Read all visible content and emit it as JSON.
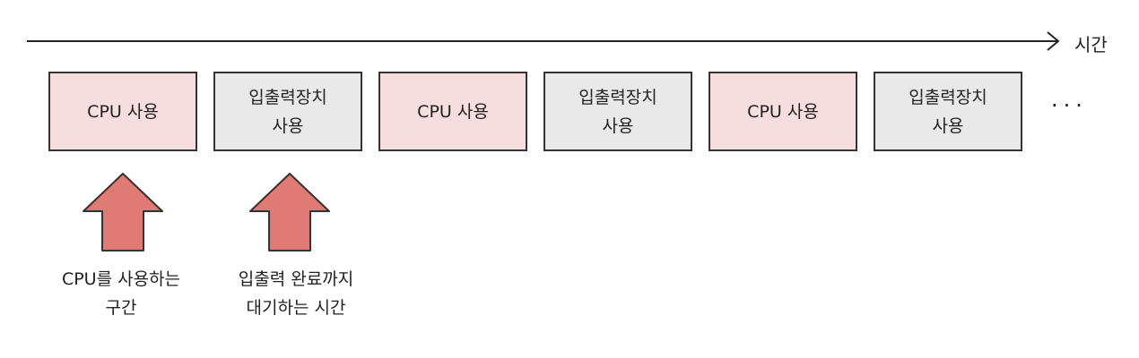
{
  "axis": {
    "label": "시간"
  },
  "blocks": [
    {
      "kind": "cpu",
      "label": "CPU 사용"
    },
    {
      "kind": "io",
      "label": "입출력장치\n사용"
    },
    {
      "kind": "cpu",
      "label": "CPU 사용"
    },
    {
      "kind": "io",
      "label": "입출력장치\n사용"
    },
    {
      "kind": "cpu",
      "label": "CPU 사용"
    },
    {
      "kind": "io",
      "label": "입출력장치\n사용"
    }
  ],
  "ellipsis": "···",
  "annotations": [
    {
      "text": "CPU를 사용하는\n구간"
    },
    {
      "text": "입출력 완료까지\n대기하는 시간"
    }
  ],
  "colors": {
    "cpu_fill": "#f7dede",
    "io_fill": "#e9e9e9",
    "arrow_fill": "#e07a74",
    "stroke": "#333333"
  }
}
